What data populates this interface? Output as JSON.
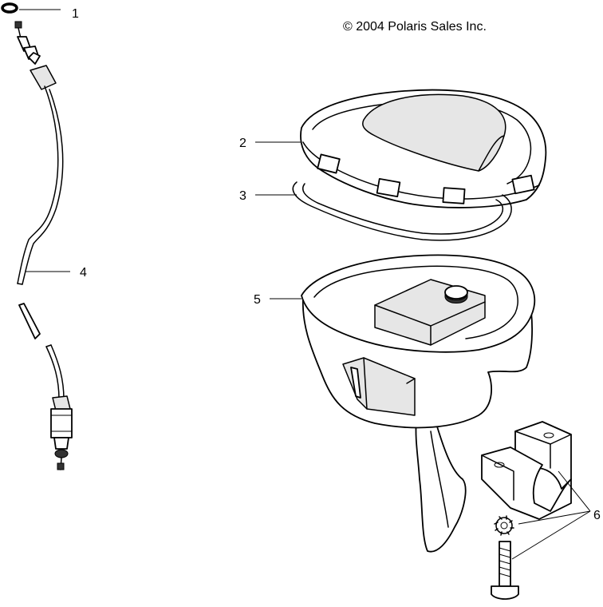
{
  "copyright": "© 2004 Polaris Sales Inc.",
  "callouts": [
    {
      "id": "1",
      "label": "1"
    },
    {
      "id": "2",
      "label": "2"
    },
    {
      "id": "3",
      "label": "3"
    },
    {
      "id": "4",
      "label": "4"
    },
    {
      "id": "5",
      "label": "5"
    },
    {
      "id": "6",
      "label": "6"
    }
  ]
}
